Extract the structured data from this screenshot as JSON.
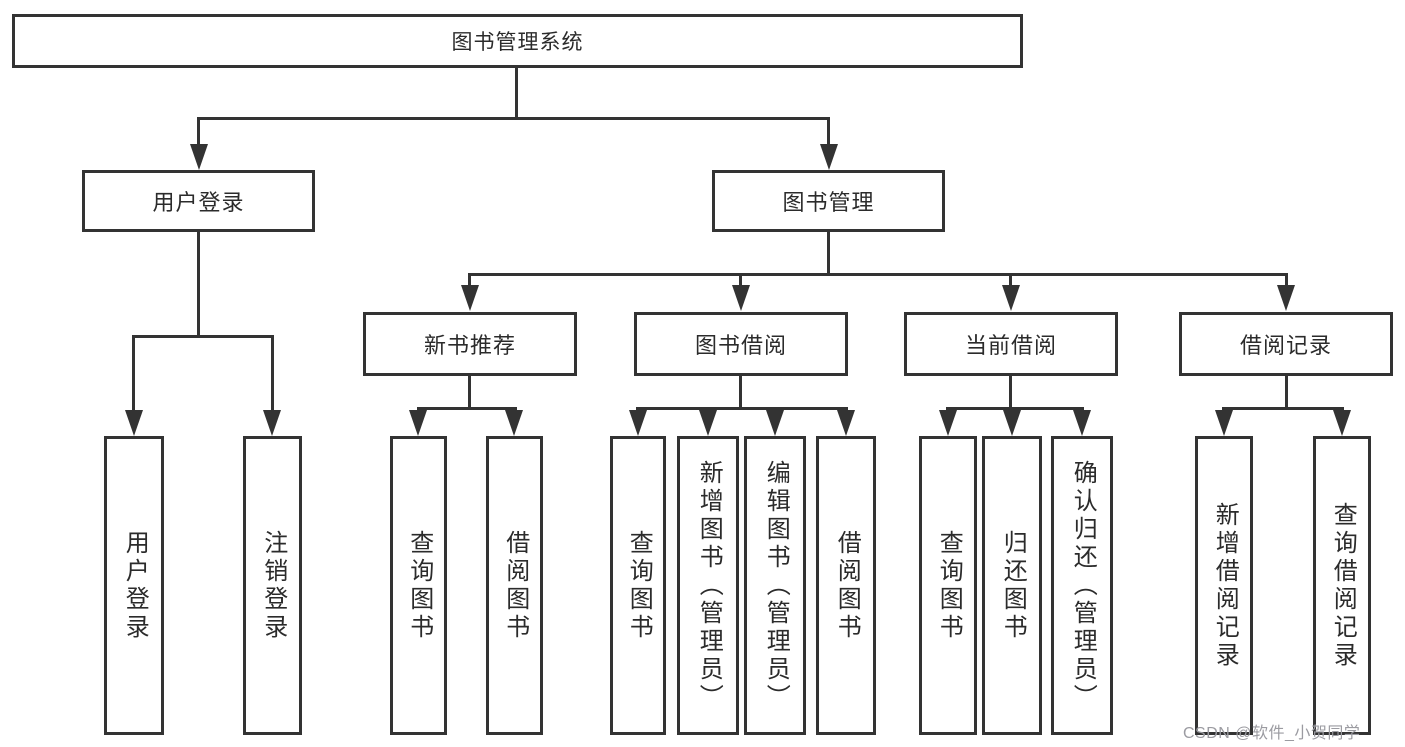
{
  "diagram": {
    "root": {
      "label": "图书管理系统"
    },
    "level2": [
      {
        "label": "用户登录"
      },
      {
        "label": "图书管理"
      }
    ],
    "level3": [
      {
        "label": "新书推荐"
      },
      {
        "label": "图书借阅"
      },
      {
        "label": "当前借阅"
      },
      {
        "label": "借阅记录"
      }
    ],
    "leaves": {
      "user_login": [
        "用户登录",
        "注销登录"
      ],
      "new_book": [
        "查询图书",
        "借阅图书"
      ],
      "book_borrow": [
        "查询图书",
        "新增图书（管理员）",
        "编辑图书（管理员）",
        "借阅图书"
      ],
      "current_borrow": [
        "查询图书",
        "归还图书",
        "确认归还（管理员）"
      ],
      "borrow_record": [
        "新增借阅记录",
        "查询借阅记录"
      ]
    }
  },
  "watermark": {
    "text": "CSDN @软件_小贺同学"
  },
  "colors": {
    "line": "#333333",
    "text": "#2b2b2b",
    "watermark": "#9b9ba1",
    "background": "#ffffff"
  }
}
